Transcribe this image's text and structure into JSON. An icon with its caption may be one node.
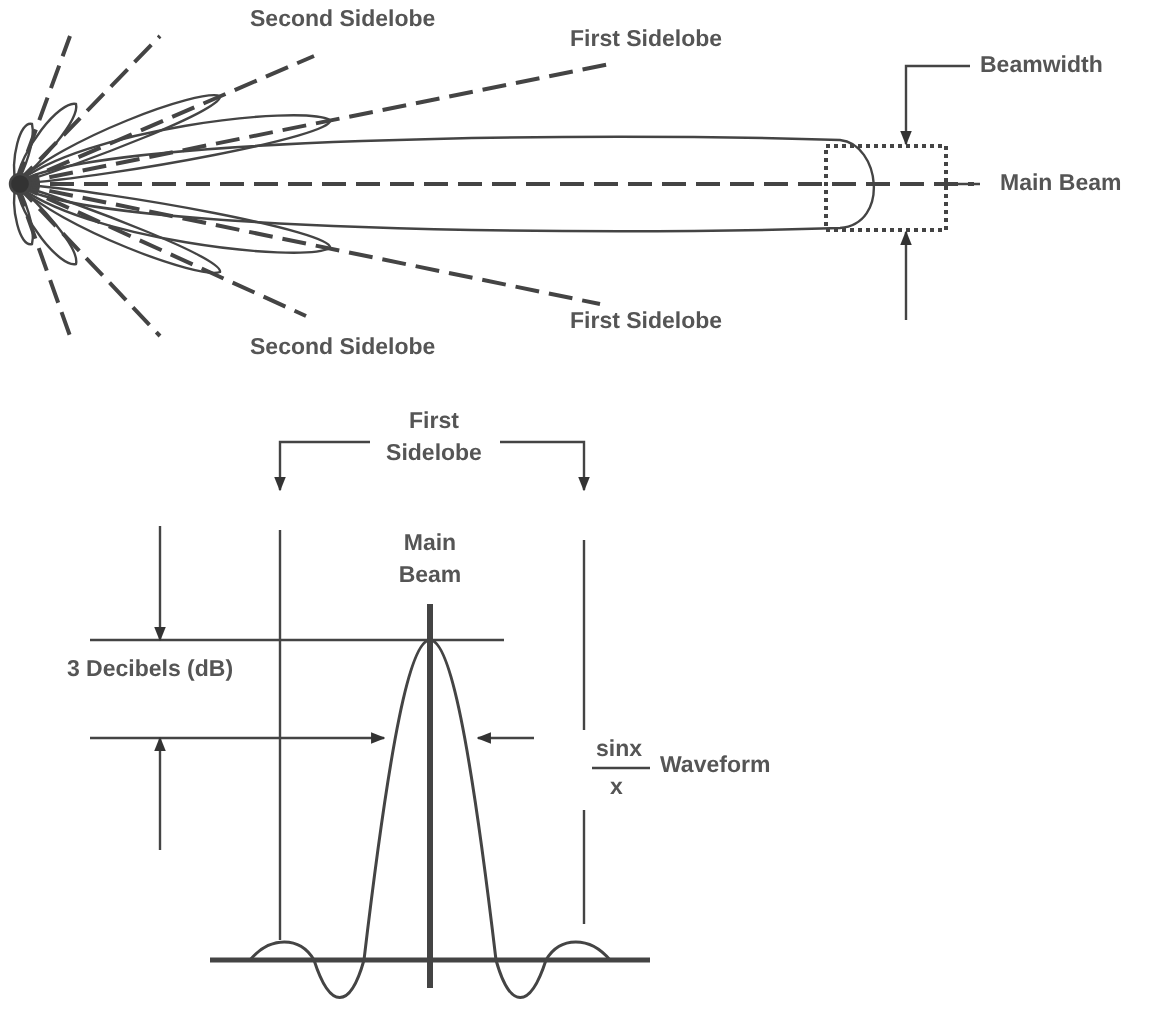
{
  "diagram": {
    "labels": [
      "Second Sidelobe",
      "First Sidelobe",
      "Beamwidth",
      "Main Beam",
      "First Sidelobe",
      "Second Sidelobe",
      "First Sidelobe",
      "Main Beam",
      "3 Decibels (dB)",
      "sinx",
      "x",
      "Waveform"
    ]
  }
}
